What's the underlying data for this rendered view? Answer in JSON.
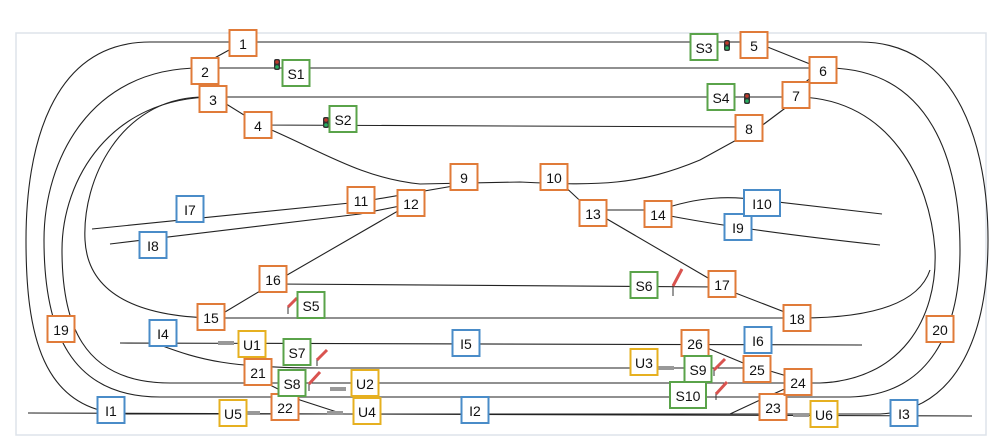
{
  "colors": {
    "turnout": "#e07b39",
    "signal": "#5aa34a",
    "section": "#4a8cc8",
    "uncoupler": "#e6b020",
    "track": "#222222",
    "frame": "#dde3ea"
  },
  "labels": [
    {
      "id": "t1",
      "text": "1",
      "kind": "turnout"
    },
    {
      "id": "t2",
      "text": "2",
      "kind": "turnout"
    },
    {
      "id": "t3",
      "text": "3",
      "kind": "turnout"
    },
    {
      "id": "t4",
      "text": "4",
      "kind": "turnout"
    },
    {
      "id": "t5",
      "text": "5",
      "kind": "turnout"
    },
    {
      "id": "t6",
      "text": "6",
      "kind": "turnout"
    },
    {
      "id": "t7",
      "text": "7",
      "kind": "turnout"
    },
    {
      "id": "t8",
      "text": "8",
      "kind": "turnout"
    },
    {
      "id": "t9",
      "text": "9",
      "kind": "turnout"
    },
    {
      "id": "t10",
      "text": "10",
      "kind": "turnout"
    },
    {
      "id": "t11",
      "text": "11",
      "kind": "turnout"
    },
    {
      "id": "t12",
      "text": "12",
      "kind": "turnout"
    },
    {
      "id": "t13",
      "text": "13",
      "kind": "turnout"
    },
    {
      "id": "t14",
      "text": "14",
      "kind": "turnout"
    },
    {
      "id": "t15",
      "text": "15",
      "kind": "turnout"
    },
    {
      "id": "t16",
      "text": "16",
      "kind": "turnout"
    },
    {
      "id": "t17",
      "text": "17",
      "kind": "turnout"
    },
    {
      "id": "t18",
      "text": "18",
      "kind": "turnout"
    },
    {
      "id": "t19",
      "text": "19",
      "kind": "turnout"
    },
    {
      "id": "t20",
      "text": "20",
      "kind": "turnout"
    },
    {
      "id": "t21",
      "text": "21",
      "kind": "turnout"
    },
    {
      "id": "t22",
      "text": "22",
      "kind": "turnout"
    },
    {
      "id": "t23",
      "text": "23",
      "kind": "turnout"
    },
    {
      "id": "t24",
      "text": "24",
      "kind": "turnout"
    },
    {
      "id": "t25",
      "text": "25",
      "kind": "turnout"
    },
    {
      "id": "t26",
      "text": "26",
      "kind": "turnout"
    },
    {
      "id": "s1",
      "text": "S1",
      "kind": "signal"
    },
    {
      "id": "s2",
      "text": "S2",
      "kind": "signal"
    },
    {
      "id": "s3",
      "text": "S3",
      "kind": "signal"
    },
    {
      "id": "s4",
      "text": "S4",
      "kind": "signal"
    },
    {
      "id": "s5",
      "text": "S5",
      "kind": "signal"
    },
    {
      "id": "s6",
      "text": "S6",
      "kind": "signal"
    },
    {
      "id": "s7",
      "text": "S7",
      "kind": "signal"
    },
    {
      "id": "s8",
      "text": "S8",
      "kind": "signal"
    },
    {
      "id": "s9",
      "text": "S9",
      "kind": "signal"
    },
    {
      "id": "s10",
      "text": "S10",
      "kind": "signal"
    },
    {
      "id": "i1",
      "text": "I1",
      "kind": "section"
    },
    {
      "id": "i2",
      "text": "I2",
      "kind": "section"
    },
    {
      "id": "i3",
      "text": "I3",
      "kind": "section"
    },
    {
      "id": "i4",
      "text": "I4",
      "kind": "section"
    },
    {
      "id": "i5",
      "text": "I5",
      "kind": "section"
    },
    {
      "id": "i6",
      "text": "I6",
      "kind": "section"
    },
    {
      "id": "i7",
      "text": "I7",
      "kind": "section"
    },
    {
      "id": "i8",
      "text": "I8",
      "kind": "section"
    },
    {
      "id": "i9",
      "text": "I9",
      "kind": "section"
    },
    {
      "id": "i10",
      "text": "I10",
      "kind": "section"
    },
    {
      "id": "u1",
      "text": "U1",
      "kind": "uncoupler"
    },
    {
      "id": "u2",
      "text": "U2",
      "kind": "uncoupler"
    },
    {
      "id": "u3",
      "text": "U3",
      "kind": "uncoupler"
    },
    {
      "id": "u4",
      "text": "U4",
      "kind": "uncoupler"
    },
    {
      "id": "u5",
      "text": "U5",
      "kind": "uncoupler"
    },
    {
      "id": "u6",
      "text": "U6",
      "kind": "uncoupler"
    }
  ]
}
